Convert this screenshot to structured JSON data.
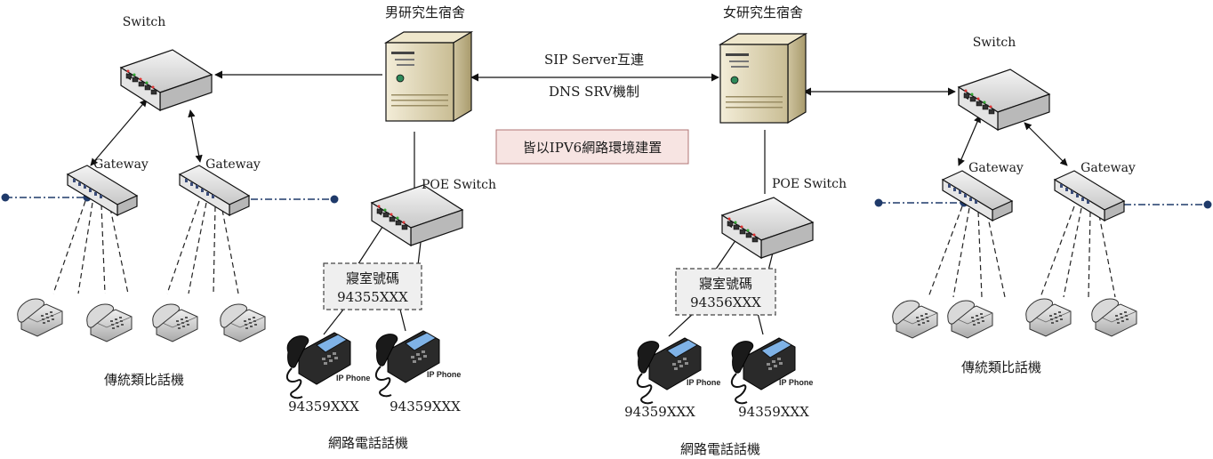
{
  "dorms": {
    "male": "男研究生宿舍",
    "female": "女研究生宿舍"
  },
  "link": {
    "line1": "SIP Server互連",
    "line2": "DNS SRV機制"
  },
  "note": "皆以IPV6網路環境建置",
  "switch_label": "Switch",
  "gateway_label": "Gateway",
  "poe_switch_label": "POE Switch",
  "room": {
    "label": "寢室號碼",
    "male_number": "94355XXX",
    "female_number": "94356XXX"
  },
  "phone_numbers": {
    "left_1": "94359XXX",
    "left_2": "94359XXX",
    "right_1": "94359XXX",
    "right_2": "94359XXX"
  },
  "ip_phone_brand": "IP Phone",
  "captions": {
    "analog_left": "傳統類比話機",
    "analog_right": "傳統類比話機",
    "ip_left": "網路電話話機",
    "ip_right": "網路電話話機"
  },
  "colors": {
    "note_fill": "#f7e4e2",
    "note_border": "#b07474",
    "server_body": "#d8cfb0",
    "device_body": "#dcdcdc",
    "trunk_line": "#1f3a6a"
  }
}
